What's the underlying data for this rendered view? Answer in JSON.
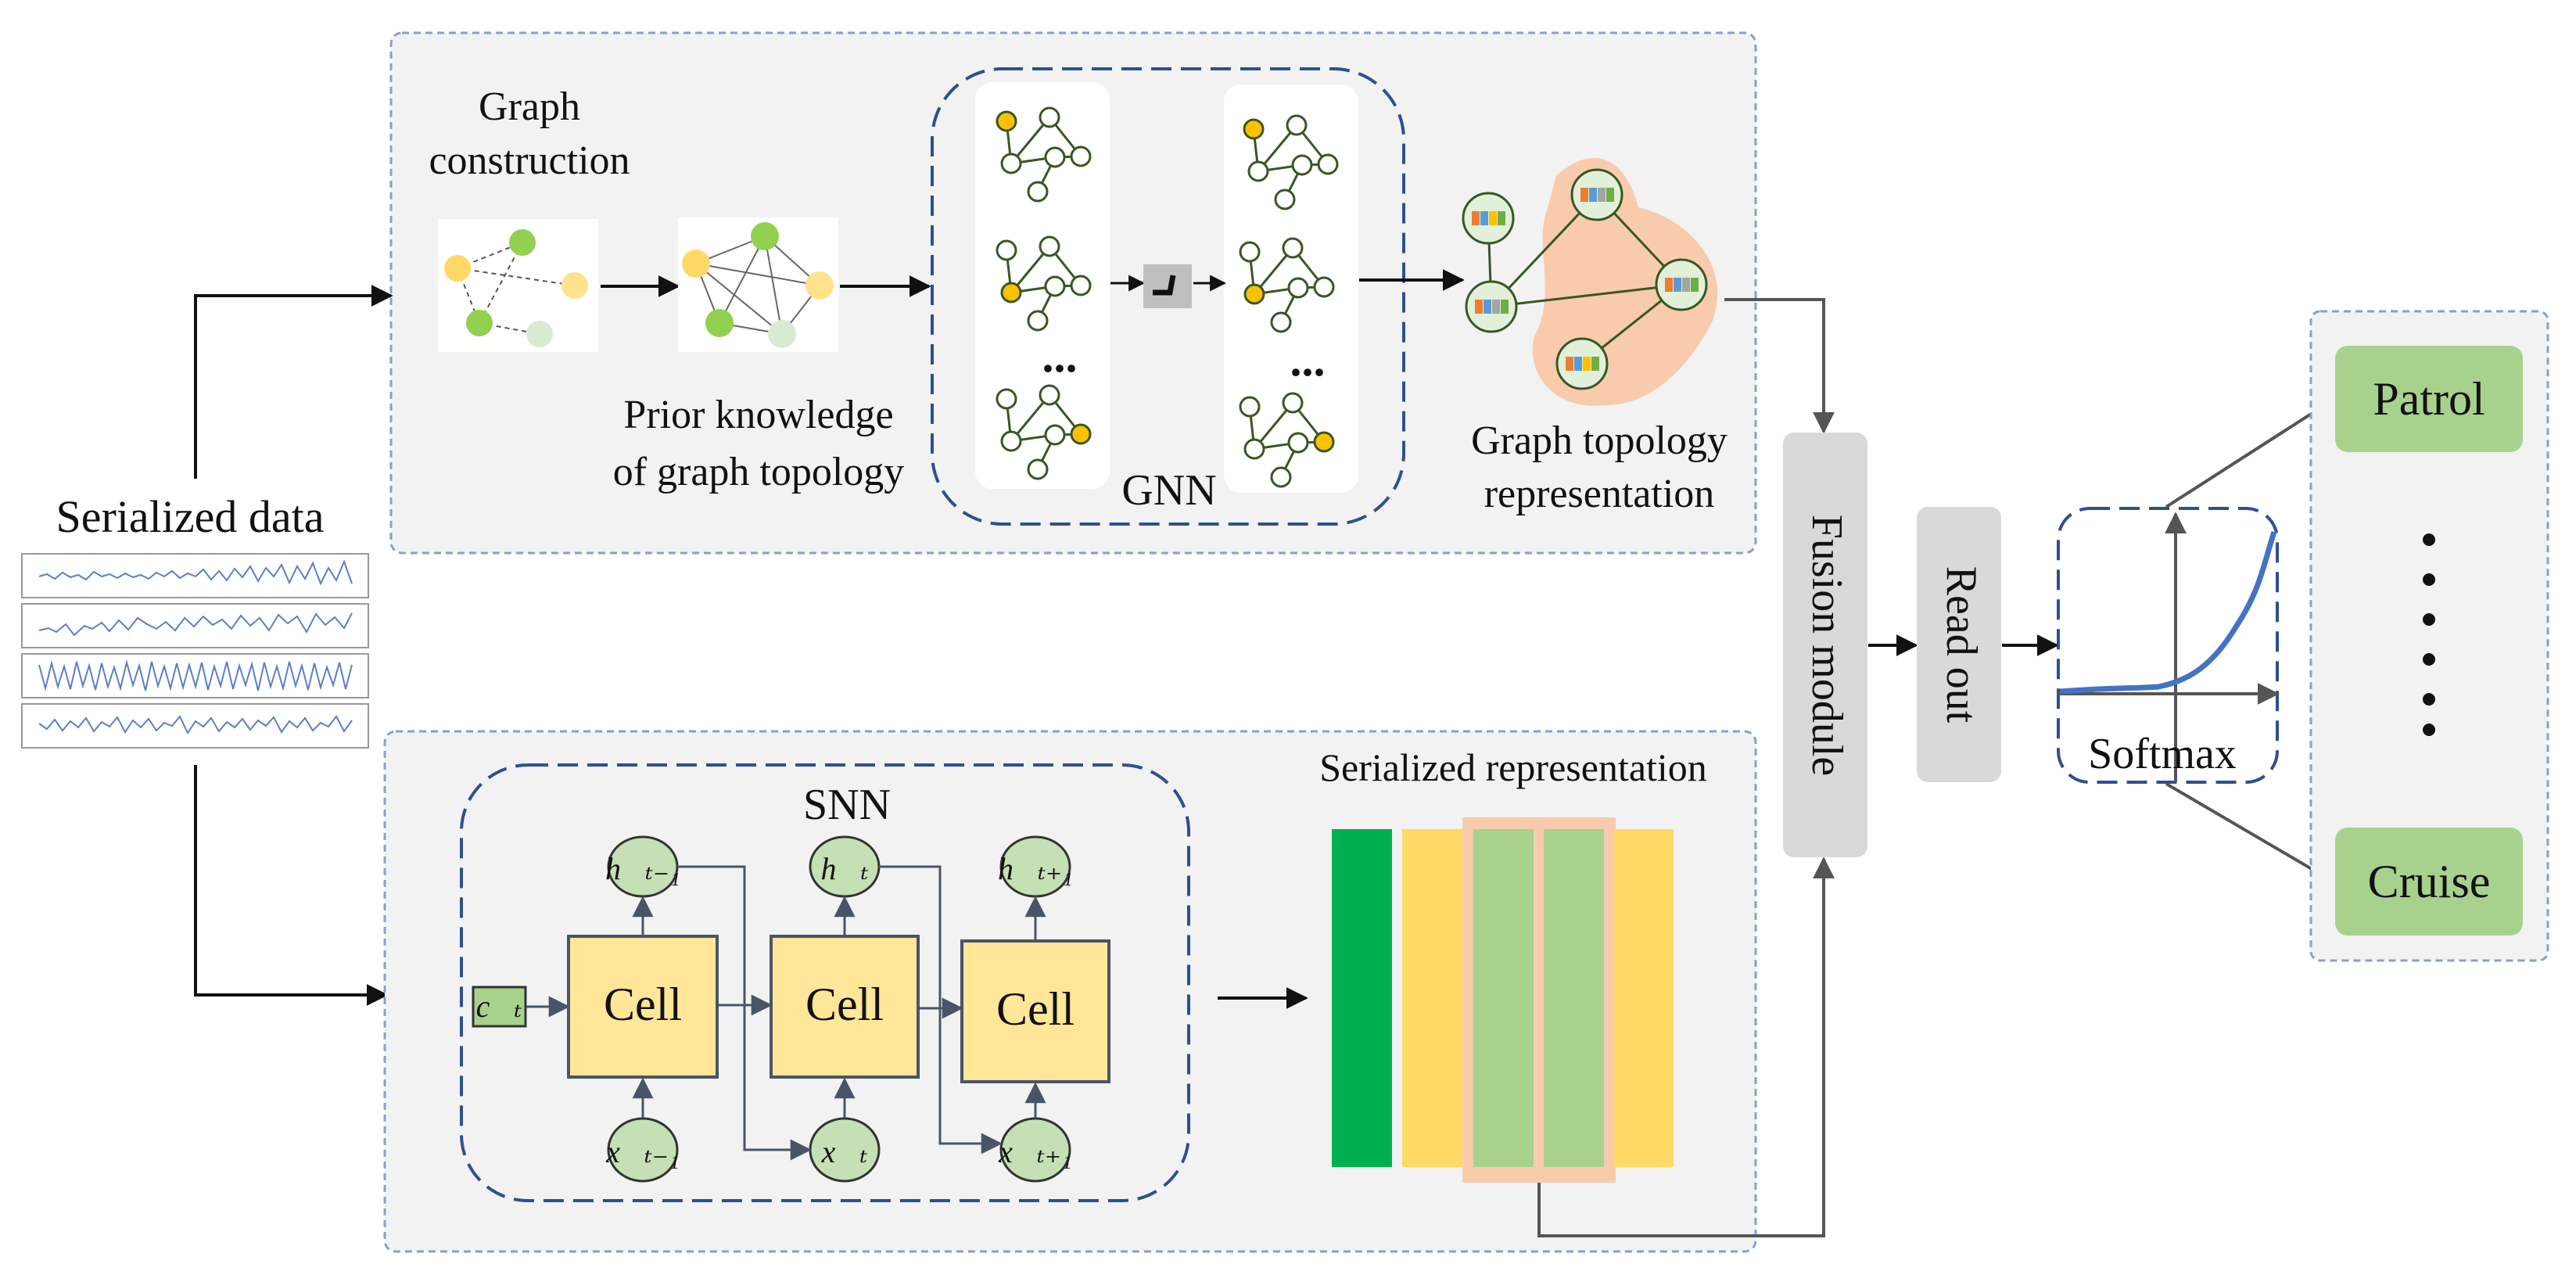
{
  "labels": {
    "serialized_data": "Serialized data",
    "graph_construction_1": "Graph",
    "graph_construction_2": "construction",
    "prior_knowledge_1": "Prior knowledge",
    "prior_knowledge_2": "of graph topology",
    "gnn": "GNN",
    "ellipsis": "...",
    "graph_topology_rep_1": "Graph topology",
    "graph_topology_rep_2": "representation",
    "fusion_module": "Fusion  module",
    "read_out": "Read out",
    "softmax": "Softmax",
    "patrol": "Patrol",
    "cruise": "Cruise",
    "serialized_representation": "Serialized representation",
    "snn": "SNN",
    "cell": "Cell",
    "c_t": "c⃗ₜ",
    "h_tm1": "h⃗ₜ₋₁",
    "h_t": "h⃗ₜ",
    "h_tp1": "h⃗ₜ₊₁",
    "x_tm1": "x⃗ₜ₋₁",
    "x_t": "x⃗ₜ",
    "x_tp1": "x⃗ₜ₊₁"
  },
  "colors": {
    "panel_fill": "#f2f2f2",
    "panel_border": "#8a9fc9",
    "dashed_blue": "#2f4f8f",
    "node_green": "#92d050",
    "node_yellow": "#ffd966",
    "node_pale": "#d9ead3",
    "cell_fill": "#ffe699",
    "state_fill": "#c5e0b4",
    "class_fill": "#a9d18e",
    "grey_box": "#d9d9d9",
    "softmax_curve": "#4472c4",
    "bar_dark_green": "#00b050",
    "bar_yellow": "#ffd966",
    "bar_light_green": "#a9d18e",
    "highlight_orange": "#f8cbad"
  },
  "icons": [
    "line-chart-icon",
    "graph-network-icon",
    "relu-icon",
    "softmax-curve-icon"
  ]
}
